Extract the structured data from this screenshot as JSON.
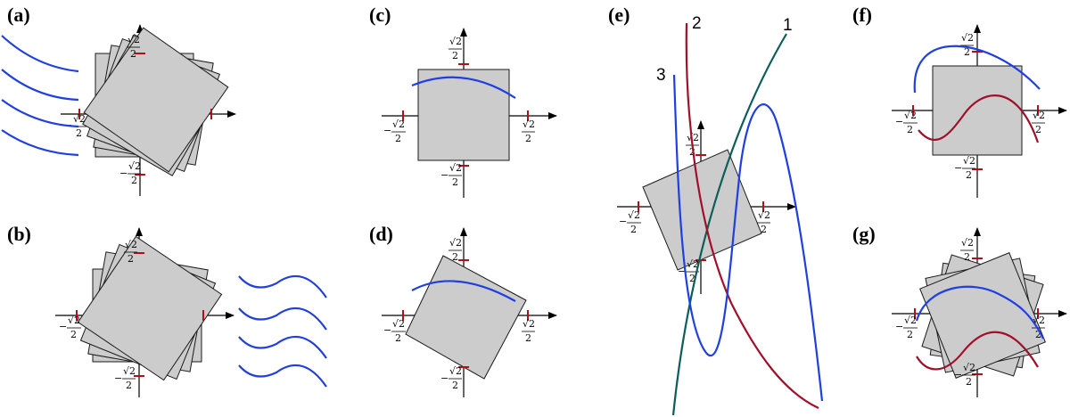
{
  "panels": [
    {
      "id": "a",
      "label": "(a)"
    },
    {
      "id": "b",
      "label": "(b)"
    },
    {
      "id": "c",
      "label": "(c)"
    },
    {
      "id": "d",
      "label": "(d)"
    },
    {
      "id": "e",
      "label": "(e)"
    },
    {
      "id": "f",
      "label": "(f)"
    },
    {
      "id": "g",
      "label": "(g)"
    }
  ],
  "tick_labels": {
    "pos": "√2",
    "neg": "−",
    "den": "2"
  },
  "curve_labels": {
    "one": "1",
    "two": "2",
    "three": "3"
  },
  "colors": {
    "square_fill": "#cccccc",
    "square_stroke": "#1a1a1a",
    "blue_curve": "#1f3fe0",
    "red_curve": "#a0102a",
    "green_curve": "#0d5e5a",
    "tick_red": "#b0101a"
  }
}
